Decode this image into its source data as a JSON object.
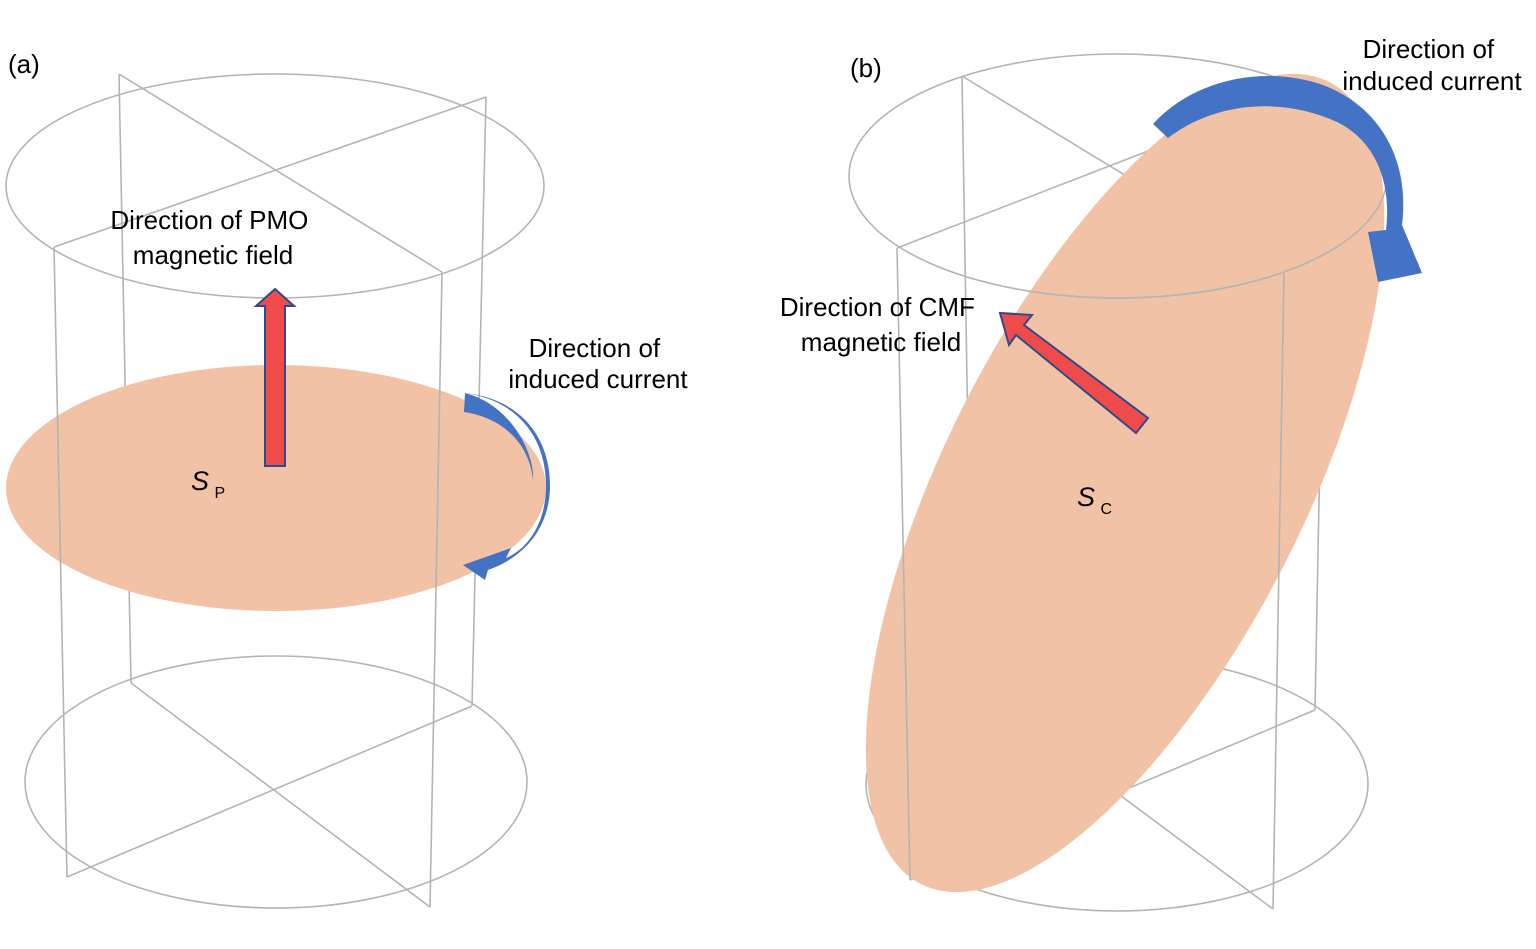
{
  "panels": [
    {
      "id": "a",
      "label": "(a)",
      "field_label": [
        "Direction of PMO",
        "magnetic field"
      ],
      "current_label": [
        "Direction of",
        "induced current"
      ],
      "surface_symbol": "S",
      "surface_subscript": "P"
    },
    {
      "id": "b",
      "label": "(b)",
      "field_label": [
        "Direction of CMF",
        "magnetic field"
      ],
      "current_label": [
        "Direction of",
        "induced current"
      ],
      "surface_symbol": "S",
      "surface_subscript": "C"
    }
  ],
  "colors": {
    "wireframe": "#b4b4b4",
    "surface": "#f2c2a6",
    "field_arrow": "#f04b4b",
    "field_arrow_outline": "#2f4a8a",
    "current_arrow": "#4472c4"
  }
}
